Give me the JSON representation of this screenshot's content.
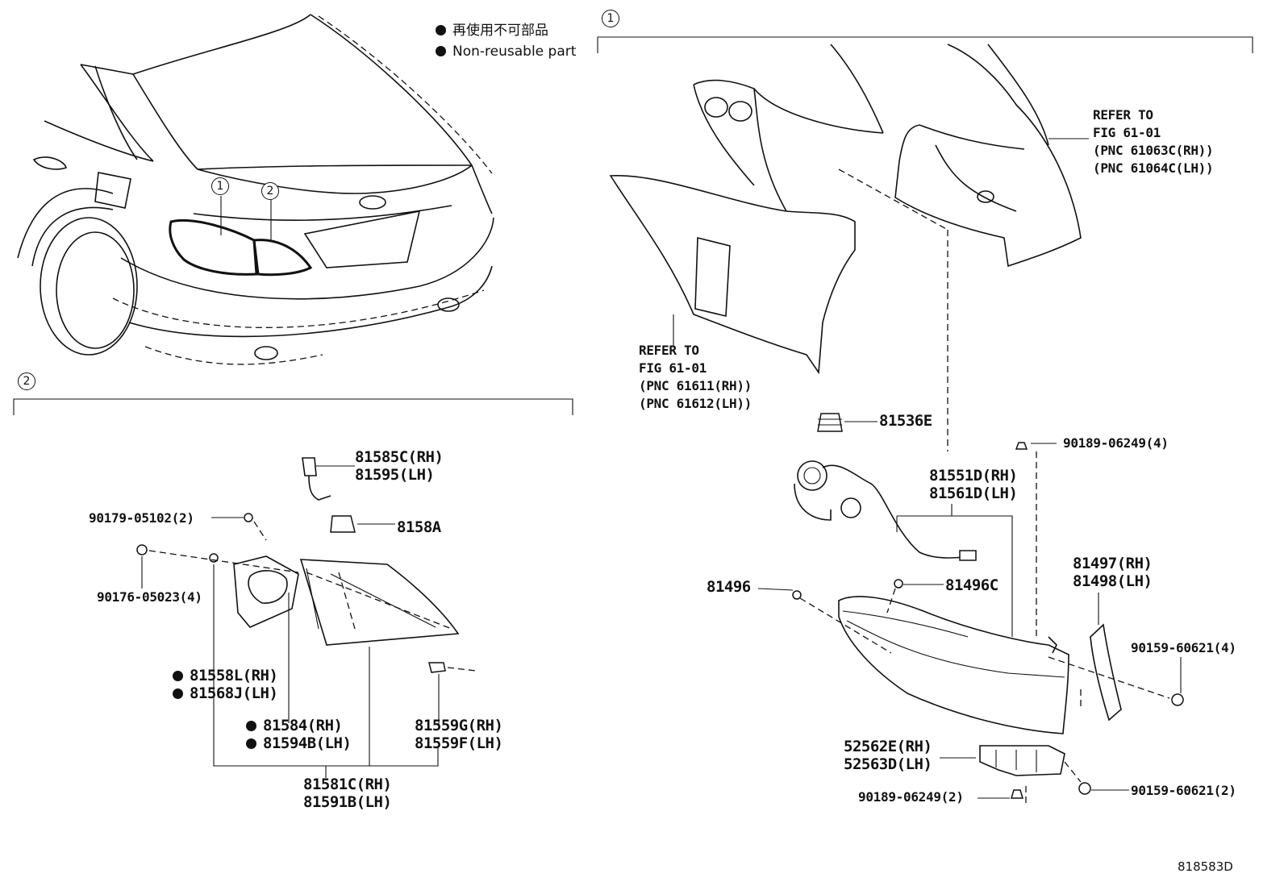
{
  "legend": {
    "jp": "再使用不可部品",
    "en": "Non-reusable part"
  },
  "sections": {
    "s1": "1",
    "s2": "2",
    "car_callout_1": "1",
    "car_callout_2": "2"
  },
  "refs": {
    "fig_a": [
      "REFER TO",
      "FIG 61-01",
      "(PNC 61063C(RH))",
      "(PNC 61064C(LH))"
    ],
    "fig_b": [
      "REFER TO",
      "FIG 61-01",
      "(PNC 61611(RH))",
      "(PNC 61612(LH))"
    ]
  },
  "parts": {
    "p81536E": "81536E",
    "p90189_4": "90189-06249(4)",
    "p81551D": "81551D(RH)",
    "p81561D": "81561D(LH)",
    "p81496": "81496",
    "p81496C": "81496C",
    "p81497": "81497(RH)",
    "p81498": "81498(LH)",
    "p90159_4": "90159-60621(4)",
    "p52562E": "52562E(RH)",
    "p52563D": "52563D(LH)",
    "p90189_2": "90189-06249(2)",
    "p90159_2": "90159-60621(2)",
    "p81585C": "81585C(RH)",
    "p81595": "81595(LH)",
    "p8158A": "8158A",
    "p90179": "90179-05102(2)",
    "p90176": "90176-05023(4)",
    "p81558L": "81558L(RH)",
    "p81568J": "81568J(LH)",
    "p81584": "81584(RH)",
    "p81594B": "81594B(LH)",
    "p81559G": "81559G(RH)",
    "p81559F": "81559F(LH)",
    "p81581C": "81581C(RH)",
    "p81591B": "81591B(LH)"
  },
  "drawing_code": "818583D"
}
